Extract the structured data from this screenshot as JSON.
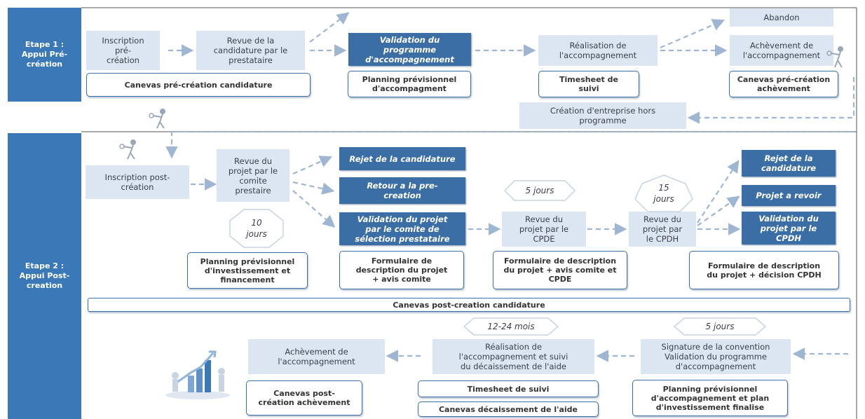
{
  "stages": {
    "stage1": "Etape 1 :\nAppui Pré-\ncréation",
    "stage2": "Etape 2 :\nAppui Post-\ncreation"
  },
  "stage1_steps": {
    "inscription": "Inscription\npré-\ncréation",
    "revue": "Revue de la\ncandidature par le\nprestataire",
    "validation": "Validation du\nprogramme\nd'accompagnement",
    "realisation": "Réalisation de\nl'accompagnement",
    "abandon": "Abandon",
    "achevement": "Achèvement de\nl'accompagnement",
    "creation_hors": "Création d'entreprise hors\nprogramme"
  },
  "stage1_docs": {
    "canevas_candidature": "Canevas pré-création candidature",
    "planning": "Planning prévisionnel\nd'accompagment",
    "timesheet": "Timesheet de\nsuivi",
    "canevas_achevement": "Canevas pré-création\nachèvement"
  },
  "stage2_steps": {
    "inscription": "Inscription post-\ncréation",
    "revue_comite": "Revue du\nprojet par le\ncomite\nprestaire",
    "rejet1": "Rejet de la candidature",
    "retour": "Retour a la pre-\ncreation",
    "validation_comite": "Validation du projet\npar le comite de\nsélection prestataire",
    "revue_cpde": "Revue du\nprojet par le\nCPDE",
    "revue_cpdh": "Revue du\nprojet par\nle CPDH",
    "rejet2": "Rejet de la\ncandidature",
    "projet_revoir": "Projet a revoir",
    "validation_cpdh": "Validation du\nprojet par le\nCPDH",
    "signature": "Signature de la convention\nValidation du programme\nd'accompagnement",
    "realisation": "Réalisation de\nl'accompagnement et suivi\ndu décaissement de l'aide",
    "achevement": "Achèvement de\nl'accompagnement"
  },
  "stage2_docs": {
    "planning_invest": "Planning prévisionnel\nd'investissement et\nfinancement",
    "formulaire_comite": "Formulaire de\ndescription du projet\n+ avis comite",
    "formulaire_cpde": "Formulaire de description\ndu projet + avis comite et\nCPDE",
    "formulaire_cpdh": "Formulaire de description\ndu projet + décision CPDH",
    "canevas_post": "Canevas post-creation candidature",
    "canevas_post_achevement": "Canevas post-\ncréation achèvement",
    "timesheet": "Timesheet de suivi",
    "canevas_decaissement": "Canevas décaissement de l'aide",
    "planning_final": "Planning prévisionnel\nd'accompagnement et plan\nd'investissement finalise"
  },
  "durations": {
    "d10": "10\njours",
    "d5a": "5 jours",
    "d15": "15\njours",
    "d12_24": "12-24 mois",
    "d5b": "5 jours"
  },
  "colors": {
    "stage": "#3a78b8",
    "dark_step": "#3a6ea5",
    "light_step": "#dce6f2",
    "arrow": "#9fb6d2"
  }
}
